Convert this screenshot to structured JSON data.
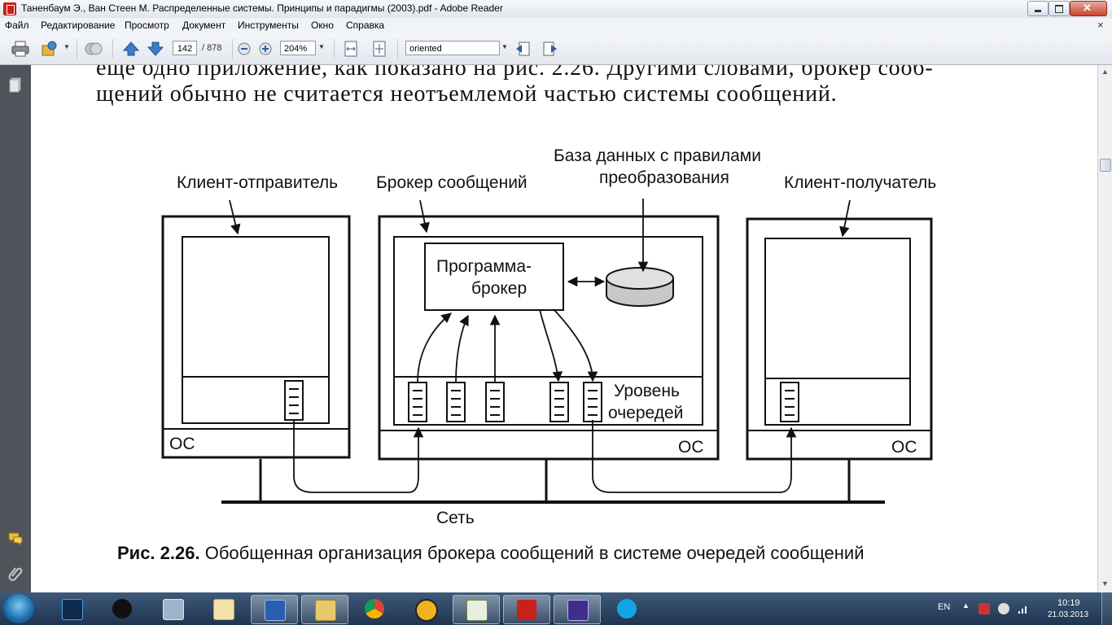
{
  "window": {
    "title": "Таненбаум Э., Ван Стеен М. Распределенные системы. Принципы и парадигмы (2003).pdf - Adobe Reader"
  },
  "menu": {
    "items": [
      "Файл",
      "Редактирование",
      "Просмотр",
      "Документ",
      "Инструменты",
      "Окно",
      "Справка"
    ],
    "close_glyph": "×"
  },
  "toolbar": {
    "page_current": "142",
    "page_total": "/ 878",
    "zoom": "204%",
    "search_value": "oriented"
  },
  "document": {
    "text_line1": "еще одно приложение, как показано на рис. 2.26. Другими словами, брокер сооб-",
    "text_line2": "щений обычно не считается неотъемлемой частью системы сообщений.",
    "figure": {
      "label_sender": "Клиент-отправитель",
      "label_broker": "Брокер сообщений",
      "label_db_line1": "База данных с правилами",
      "label_db_line2": "преобразования",
      "label_receiver": "Клиент-получатель",
      "label_program_line1": "Программа-",
      "label_program_line2": "брокер",
      "label_queue_line1": "Уровень",
      "label_queue_line2": "очередей",
      "label_os": "ОС",
      "label_network": "Сеть"
    },
    "caption_bold": "Рис. 2.26.",
    "caption_text": " Обобщенная организация брокера сообщений в системе очередей сообщений"
  },
  "taskbar": {
    "language": "EN",
    "time": "10:19",
    "date": "21.03.2013",
    "apps": [
      "photoshop",
      "panda",
      "calculator",
      "paint",
      "word",
      "explorer",
      "chrome",
      "archiver",
      "editor",
      "adobe-reader",
      "drawing",
      "skype"
    ]
  },
  "colors": {
    "reader_red": "#c8201a",
    "taskbar": "#26405f"
  }
}
